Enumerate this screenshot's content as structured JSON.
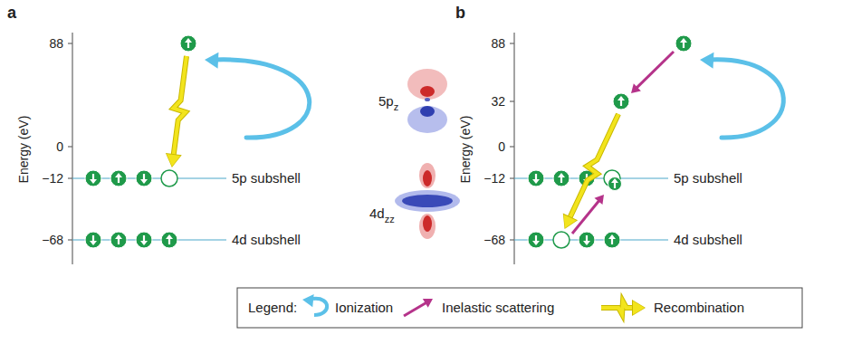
{
  "diagram": {
    "labels": [
      "a",
      "Energy (eV)",
      "88",
      "0",
      "−12",
      "−68",
      "5p subshell",
      "4d subshell",
      "5p",
      "z",
      "4d",
      "zz",
      "b",
      "Energy (eV)",
      "88",
      "32",
      "0",
      "−12",
      "−68",
      "5p subshell",
      "4d subshell",
      "Legend:"
    ],
    "legend": [
      {
        "text": "Ionization"
      },
      {
        "text": "Inelastic scattering"
      },
      {
        "text": "Recombination"
      }
    ]
  }
}
